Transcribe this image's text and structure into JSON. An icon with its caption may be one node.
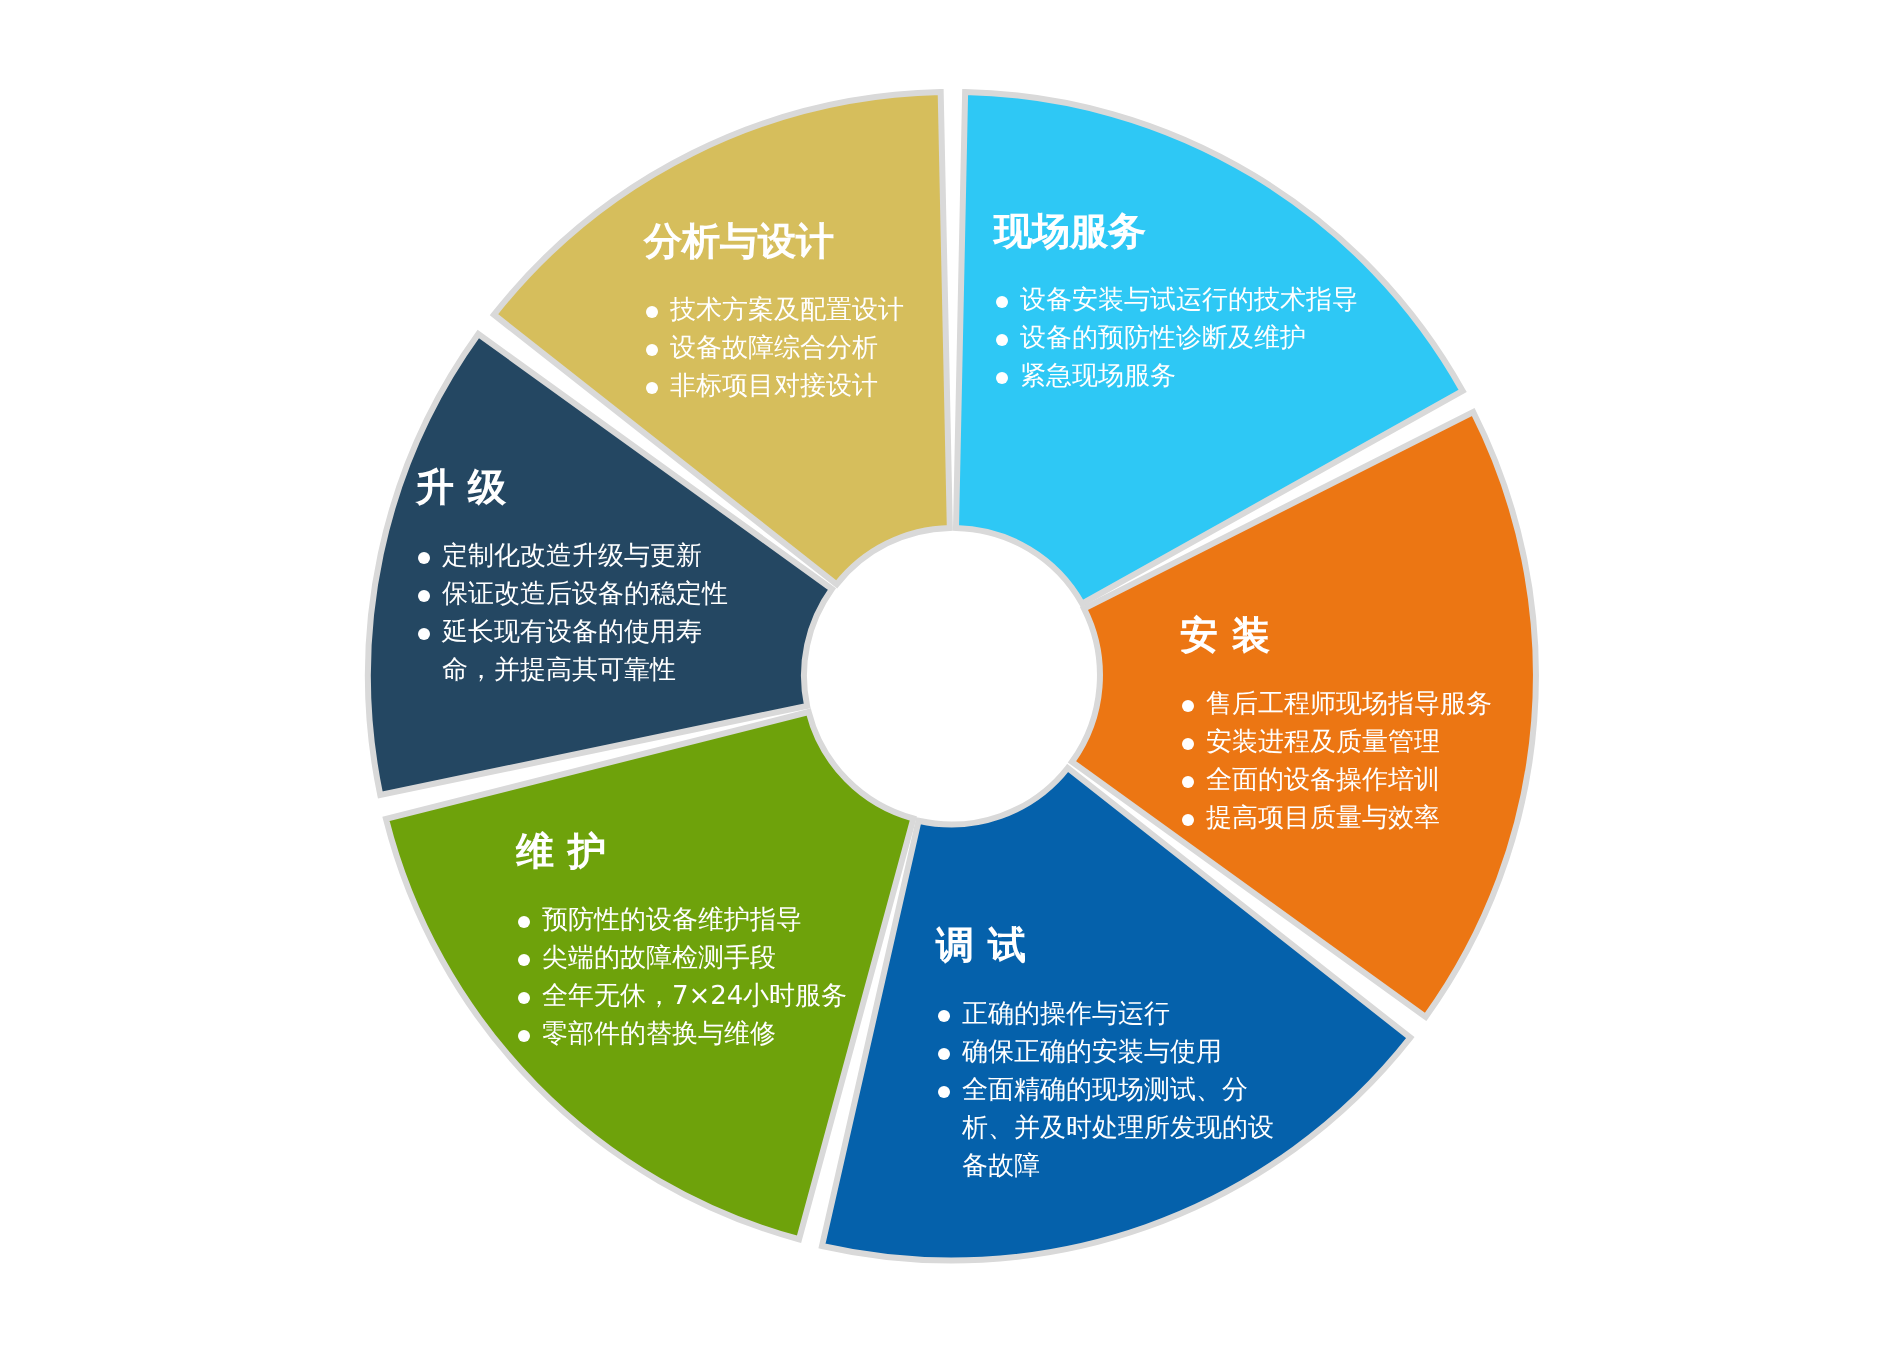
{
  "diagram": {
    "nodes": [
      {
        "text": [
          "现场服务",
          "设备安装与试运行的技术指导",
          "设备的预防性诊断及维护",
          "紧急现场服务"
        ]
      },
      {
        "text": [
          "安装",
          "售后工程师现场指导服务",
          "安装进程及质量管理",
          "全面的设备操作培训",
          "提高项目质量与效率"
        ]
      },
      {
        "text": [
          "调试",
          "正确的操作与运行",
          "确保正确的安装与使用",
          "全面精确的现场测试、分析、并及时处理所发现的设备故障"
        ]
      },
      {
        "text": [
          "维护",
          "预防性的设备维护指导",
          "尖端的故障检测手段",
          "全年无休，7×24小时服务",
          "零部件的替换与维修"
        ]
      },
      {
        "text": [
          "升级",
          "定制化改造升级与更新",
          "保证改造后设备的稳定性",
          "延长现有设备的使用寿命，并提高其可靠性"
        ]
      },
      {
        "text": [
          "分析与设计",
          "技术方案及配置设计",
          "设备故障综合分析",
          "非标项目对接设计"
        ]
      }
    ]
  }
}
